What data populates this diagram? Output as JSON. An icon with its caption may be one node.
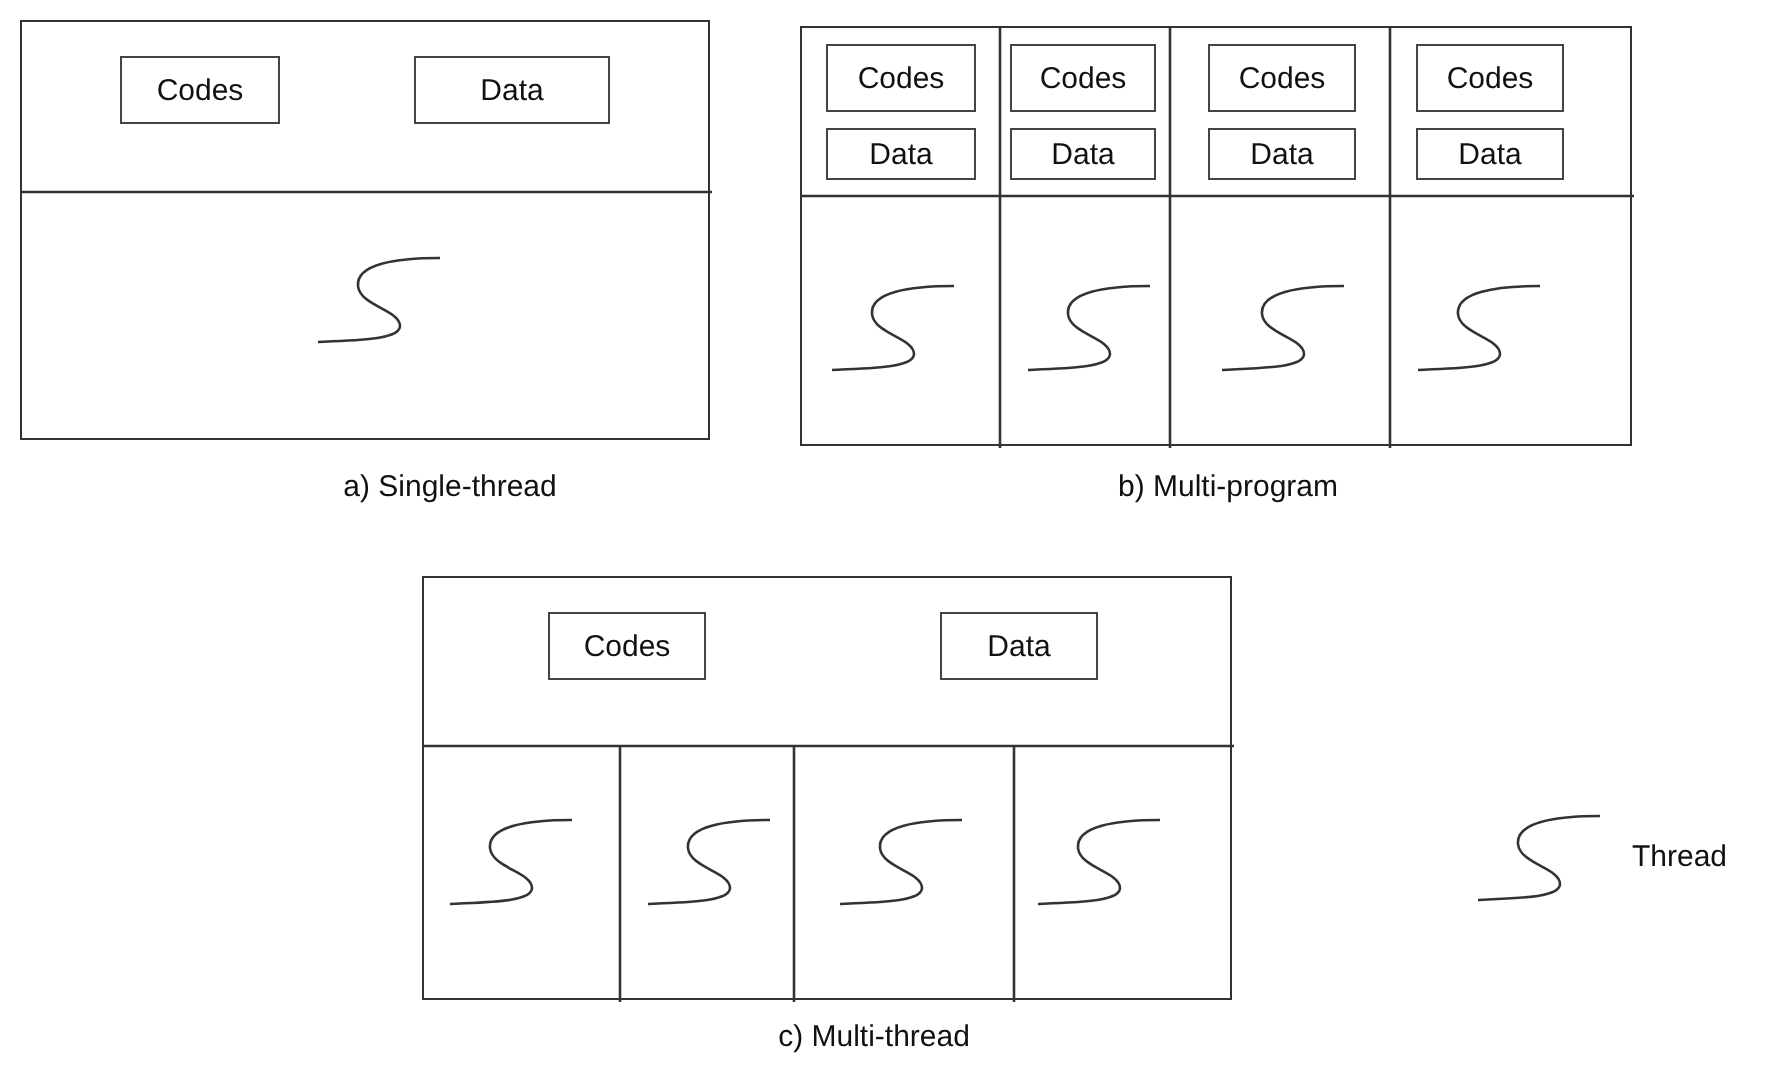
{
  "diagram": {
    "nodes": [
      {
        "text": [],
        "shape": "box"
      },
      {
        "text": [
          "Codes"
        ],
        "in": 0
      },
      {
        "text": [
          "Data"
        ],
        "in": 0
      },
      {
        "text": [],
        "shape": "box"
      },
      {
        "text": [
          "Codes"
        ],
        "in": 3
      },
      {
        "text": [
          "Codes"
        ],
        "in": 3
      },
      {
        "text": [
          "Codes"
        ],
        "in": 3
      },
      {
        "text": [
          "Codes"
        ],
        "in": 3
      },
      {
        "text": [
          "Data"
        ],
        "in": 3
      },
      {
        "text": [
          "Data"
        ],
        "in": 3
      },
      {
        "text": [
          "Data"
        ],
        "in": 3
      },
      {
        "text": [
          "Data"
        ],
        "in": 3
      },
      {
        "text": [],
        "shape": "box"
      },
      {
        "text": [
          "Codes"
        ],
        "in": 12
      },
      {
        "text": [
          "Data"
        ],
        "in": 12
      }
    ],
    "edges": [],
    "labels": [
      "a) Single-thread",
      "b) Multi-program",
      "c) Multi-thread"
    ],
    "legend": [
      {
        "text": "Thread"
      }
    ]
  }
}
